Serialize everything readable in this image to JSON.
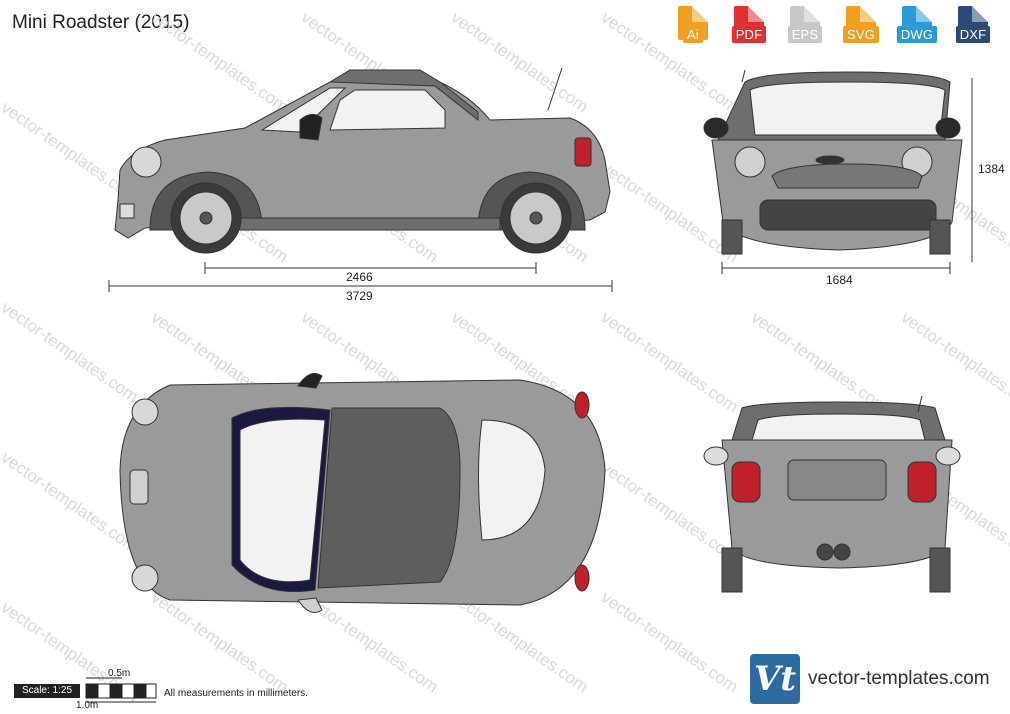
{
  "title": "Mini Roadster (2015)",
  "formats": [
    {
      "label": "Ai",
      "color": "#f0a020"
    },
    {
      "label": "PDF",
      "color": "#e03030"
    },
    {
      "label": "EPS",
      "color": "#c8c8c8"
    },
    {
      "label": "SVG",
      "color": "#f0a020"
    },
    {
      "label": "DWG",
      "color": "#2a9ad8"
    },
    {
      "label": "DXF",
      "color": "#2c4a78"
    }
  ],
  "dimensions": {
    "wheelbase": "2466",
    "length": "3729",
    "width": "1684",
    "height": "1384"
  },
  "scale": {
    "label": "Scale: 1:25",
    "half_meter": "0.5m",
    "one_meter": "1.0m"
  },
  "note": "All measurements in millimeters.",
  "watermark": "vector-templates.com",
  "brand": {
    "logo": "Vt",
    "site": "vector-templates.com"
  },
  "colors": {
    "body": "#9a9a9a",
    "body_dark": "#7a7a7a",
    "roof": "#6e6e6e",
    "glass": "#f2f2f2",
    "tail_light": "#c0202a",
    "outline": "#333333"
  }
}
